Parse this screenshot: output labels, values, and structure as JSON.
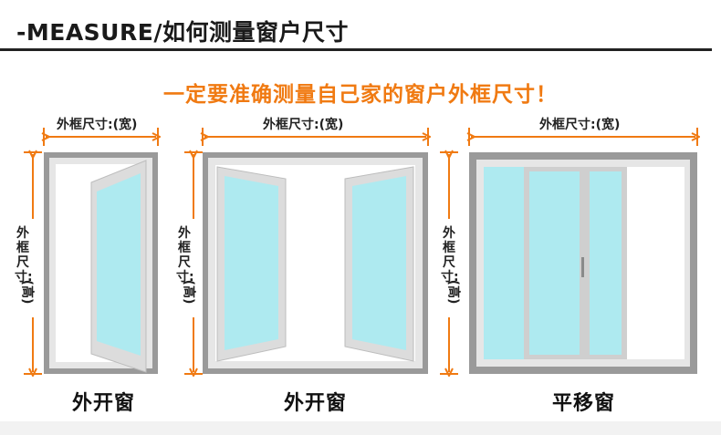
{
  "header": {
    "title": "-MEASURE/如何测量窗户尺寸"
  },
  "headline": "一定要准确测量自己家的窗户外框尺寸！",
  "windows": [
    {
      "width_label": "外框尺寸:(宽)",
      "height_label_top": "外框尺寸:",
      "height_label_bottom": "(高)",
      "caption": "外开窗"
    },
    {
      "width_label": "外框尺寸:(宽)",
      "height_label_top": "外框尺寸:",
      "height_label_bottom": "(高)",
      "caption": "外开窗"
    },
    {
      "width_label": "外框尺寸:(宽)",
      "height_label_top": "外框尺寸:",
      "height_label_bottom": "(高)",
      "caption": "平移窗"
    }
  ],
  "colors": {
    "accent": "#f07a12",
    "glass": "#aeeaf0",
    "frame_outer": "#9a9a9a",
    "frame_inner": "#e4e4e4"
  }
}
